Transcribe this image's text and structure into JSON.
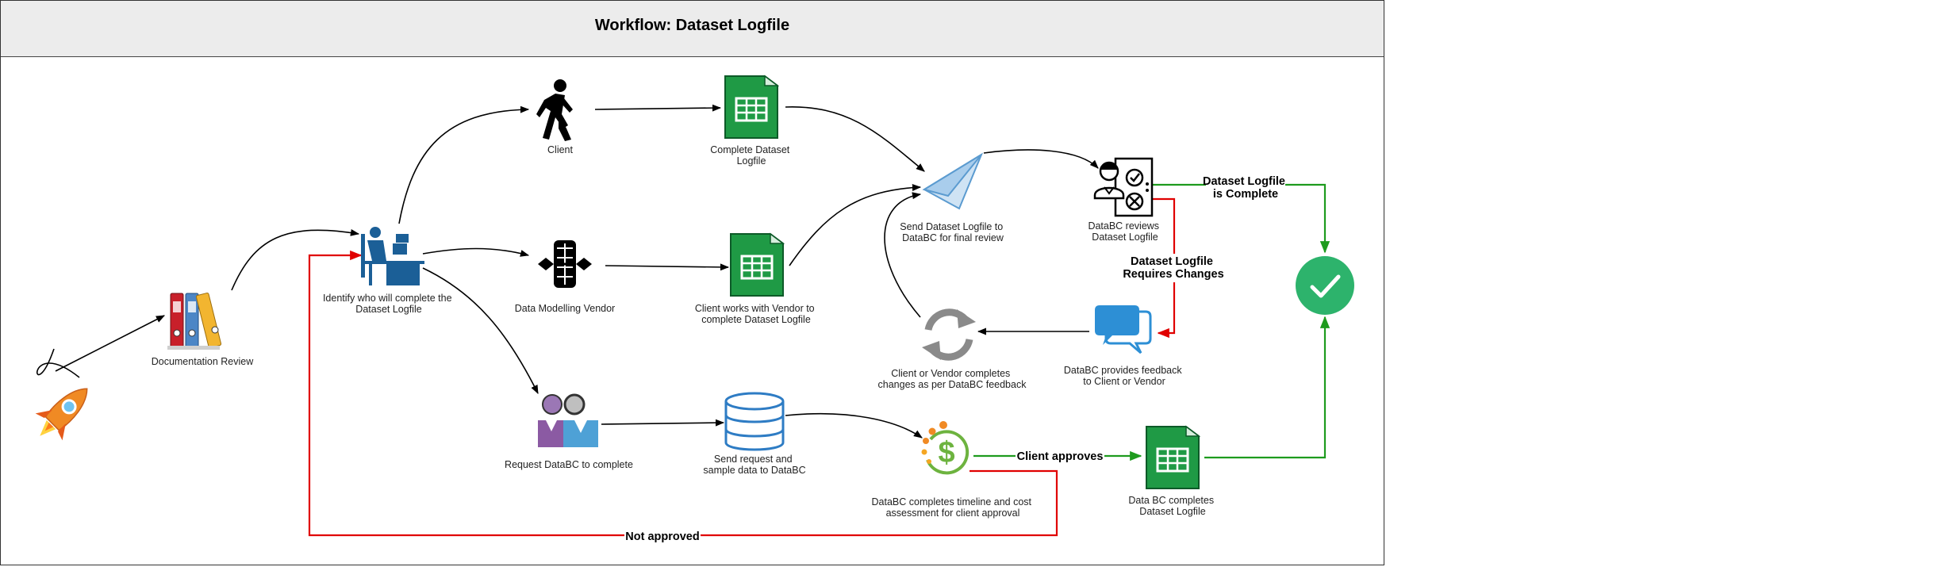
{
  "title": "Workflow: Dataset Logfile",
  "nodes": {
    "documentation_review": [
      "Documentation Review"
    ],
    "identify": [
      "Identify who will complete the",
      "Dataset Logfile"
    ],
    "client": [
      "Client"
    ],
    "data_modelling_vendor": [
      "Data Modelling Vendor"
    ],
    "request_databc": [
      "Request DataBC to complete"
    ],
    "complete_dataset_logfile": [
      "Complete Dataset",
      "Logfile"
    ],
    "client_works_vendor": [
      "Client works with Vendor to",
      "complete Dataset Logfile"
    ],
    "send_request": [
      "Send request and",
      "sample data to DataBC"
    ],
    "send_logfile": [
      "Send Dataset Logfile to",
      "DataBC for final review"
    ],
    "databc_reviews": [
      "DataBC reviews",
      "Dataset Logfile"
    ],
    "client_vendor_changes": [
      "Client or Vendor completes",
      "changes as per DataBC feedback"
    ],
    "databc_feedback": [
      "DataBC provides feedback",
      "to Client or Vendor"
    ],
    "databc_timeline": [
      "DataBC completes timeline and cost",
      "assessment for client approval"
    ],
    "databc_completes": [
      "Data BC completes",
      "Dataset Logfile"
    ]
  },
  "edge_labels": {
    "is_complete": [
      "Dataset Logfile",
      "is Complete"
    ],
    "requires_changes": [
      "Dataset Logfile",
      "Requires Changes"
    ],
    "client_approves": "Client approves",
    "not_approved": "Not approved"
  },
  "icons": [
    "rocket-icon",
    "binders-icon",
    "person-at-desk-icon",
    "walking-person-icon",
    "vendor-network-icon",
    "two-people-icon",
    "spreadsheet-icon",
    "database-icon",
    "paper-plane-icon",
    "reviewer-checklist-icon",
    "refresh-icon",
    "speech-bubble-icon",
    "dollar-cycle-icon",
    "checkmark-circle-icon"
  ],
  "colors": {
    "approve_green": "#1e9b1e",
    "reject_red": "#e00000",
    "flow_black": "#000000",
    "sheet_green": "#1f9a45",
    "check_circle": "#2db36c",
    "cycle_gray": "#8a8a8a",
    "bubble_blue": "#2d8fd5"
  }
}
